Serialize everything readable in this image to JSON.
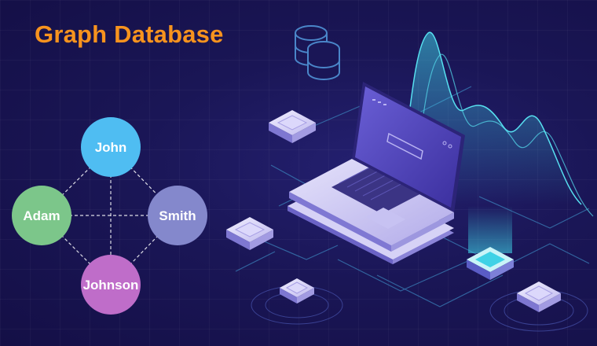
{
  "title": "Graph Database",
  "graph": {
    "nodes": [
      {
        "id": "john",
        "label": "John",
        "color": "#4fbdf2"
      },
      {
        "id": "adam",
        "label": "Adam",
        "color": "#7cc68a"
      },
      {
        "id": "smith",
        "label": "Smith",
        "color": "#8488cc"
      },
      {
        "id": "johnson",
        "label": "Johnson",
        "color": "#bf6dc9"
      }
    ],
    "edges": [
      [
        "john",
        "adam"
      ],
      [
        "john",
        "smith"
      ],
      [
        "john",
        "johnson"
      ],
      [
        "adam",
        "smith"
      ],
      [
        "adam",
        "johnson"
      ],
      [
        "smith",
        "johnson"
      ]
    ]
  },
  "illustration": {
    "icons": [
      "database-stack-icon",
      "laptop-icon",
      "server-block-icon",
      "wave-chart-icon"
    ],
    "colors": {
      "accent": "#f7931e",
      "background": "#16124a",
      "glow": "#3fd2e6"
    }
  }
}
